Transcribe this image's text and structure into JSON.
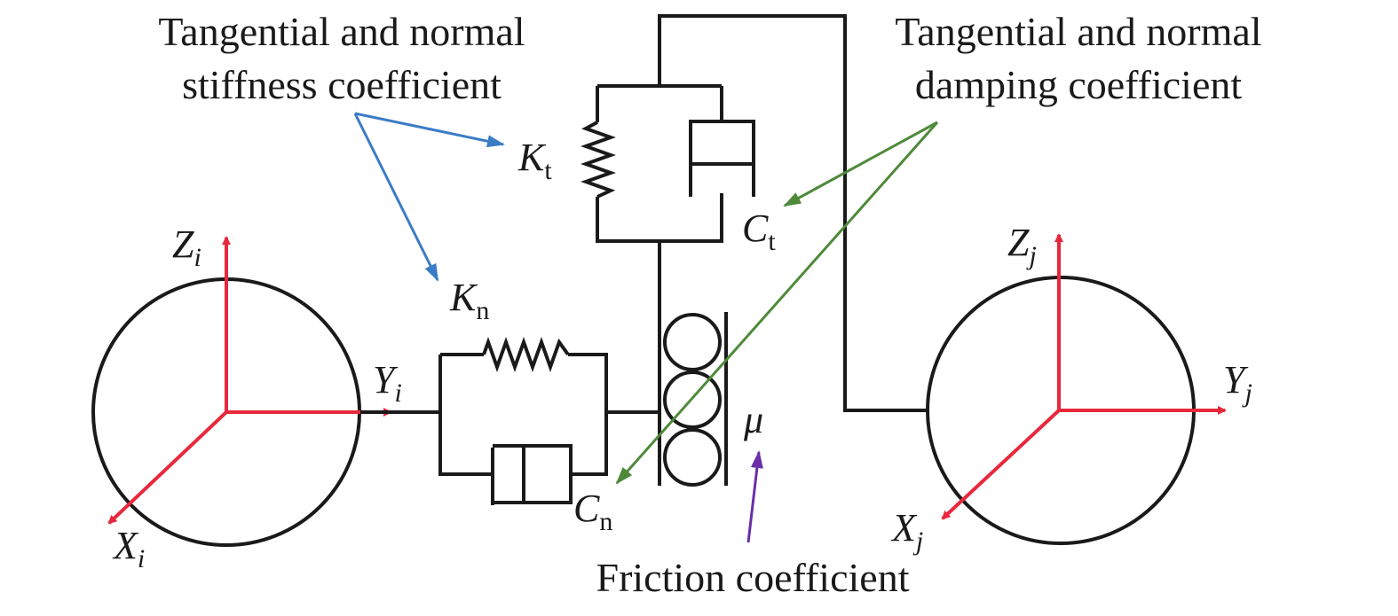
{
  "labels": {
    "stiffness_line1": "Tangential and normal",
    "stiffness_line2": "stiffness coefficient",
    "damping_line1": "Tangential and normal",
    "damping_line2": "damping coefficient",
    "friction": "Friction coefficient"
  },
  "symbols": {
    "kt": {
      "main": "K",
      "sub": "t"
    },
    "ct": {
      "main": "C",
      "sub": "t"
    },
    "kn": {
      "main": "K",
      "sub": "n"
    },
    "cn": {
      "main": "C",
      "sub": "n"
    },
    "mu": "μ"
  },
  "axes": {
    "zi": {
      "main": "Z",
      "sub": "i"
    },
    "yi": {
      "main": "Y",
      "sub": "i"
    },
    "xi": {
      "main": "X",
      "sub": "i"
    },
    "zj": {
      "main": "Z",
      "sub": "j"
    },
    "yj": {
      "main": "Y",
      "sub": "j"
    },
    "xj": {
      "main": "X",
      "sub": "j"
    }
  },
  "colors": {
    "structure": "#1a1a1a",
    "axis": "#e8283c",
    "stiffness_pointer": "#3a7cc6",
    "damping_pointer": "#4e8a3a",
    "friction_pointer": "#6a2ea8"
  }
}
